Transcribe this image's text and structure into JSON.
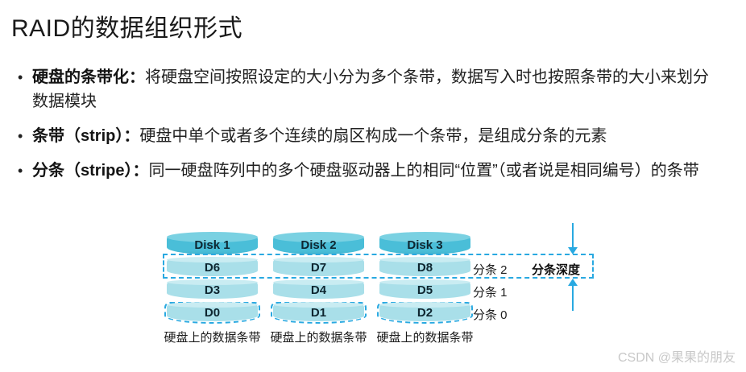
{
  "page": {
    "title": "RAID的数据组织形式",
    "watermark": "CSDN @果果的朋友"
  },
  "bullets": [
    {
      "lead": "硬盘的条带化：",
      "text": "将硬盘空间按照设定的大小分为多个条带，数据写入时也按照条带的大小来划分数据模块"
    },
    {
      "lead": "条带（strip）：",
      "text": "硬盘中单个或者多个连续的扇区构成一个条带，是组成分条的元素"
    },
    {
      "lead": "分条（stripe）：",
      "text": "同一硬盘阵列中的多个硬盘驱动器上的相同“位置”（或者说是相同编号）的条带"
    }
  ],
  "diagram": {
    "disks": [
      {
        "name": "Disk 1",
        "strips": [
          "D6",
          "D3",
          "D0"
        ],
        "caption": "硬盘上的数据条带"
      },
      {
        "name": "Disk 2",
        "strips": [
          "D7",
          "D4",
          "D1"
        ],
        "caption": "硬盘上的数据条带"
      },
      {
        "name": "Disk 3",
        "strips": [
          "D8",
          "D5",
          "D2"
        ],
        "caption": "硬盘上的数据条带"
      }
    ],
    "stripe_labels": [
      "分条 2",
      "分条 1",
      "分条 0"
    ],
    "depth_label": "分条深度",
    "icons": [
      "arrow-down-icon",
      "arrow-up-icon"
    ],
    "colors": {
      "disk_body": "#4abed8",
      "disk_top": "#7ad1e2",
      "strip_body": "#a9dfe9",
      "strip_top": "#c9ecf2",
      "dashed_accent": "#29a9e1",
      "watermark": "#c8c8c8"
    }
  }
}
